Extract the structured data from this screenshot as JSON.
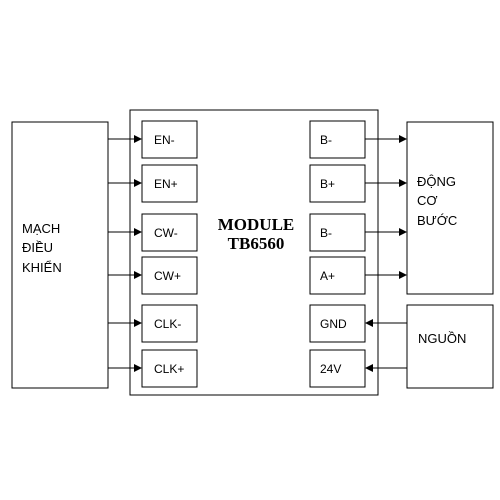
{
  "left_block": {
    "label_lines": [
      "MẠCH",
      "ĐIỀU",
      "KHIỂN"
    ]
  },
  "module": {
    "title_lines": [
      "MODULE",
      "TB6560"
    ],
    "left_pins": [
      "EN-",
      "EN+",
      "CW-",
      "CW+",
      "CLK-",
      "CLK+"
    ],
    "right_pins": [
      "B-",
      "B+",
      "B-",
      "A+",
      "GND",
      "24V"
    ]
  },
  "motor_block": {
    "label_lines": [
      "ĐỘNG",
      "CƠ",
      "BƯỚC"
    ]
  },
  "power_block": {
    "label": "NGUỒN"
  }
}
